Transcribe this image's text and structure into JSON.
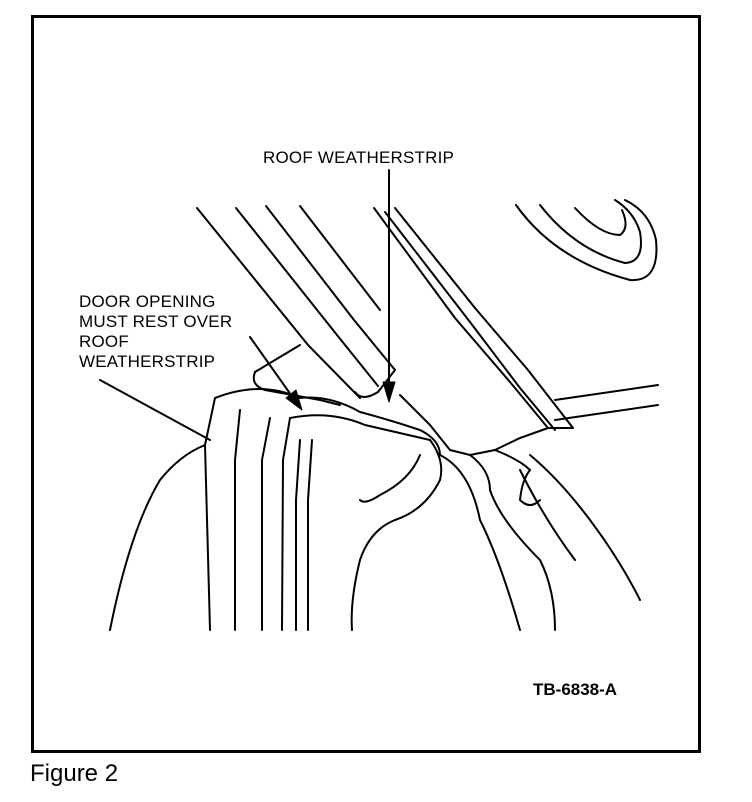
{
  "labels": {
    "roof_weatherstrip": "ROOF WEATHERSTRIP",
    "door_opening": "DOOR OPENING\nMUST REST OVER\nROOF\nWEATHERSTRIP",
    "figure_code": "TB-6838-A"
  },
  "caption": "Figure 2"
}
